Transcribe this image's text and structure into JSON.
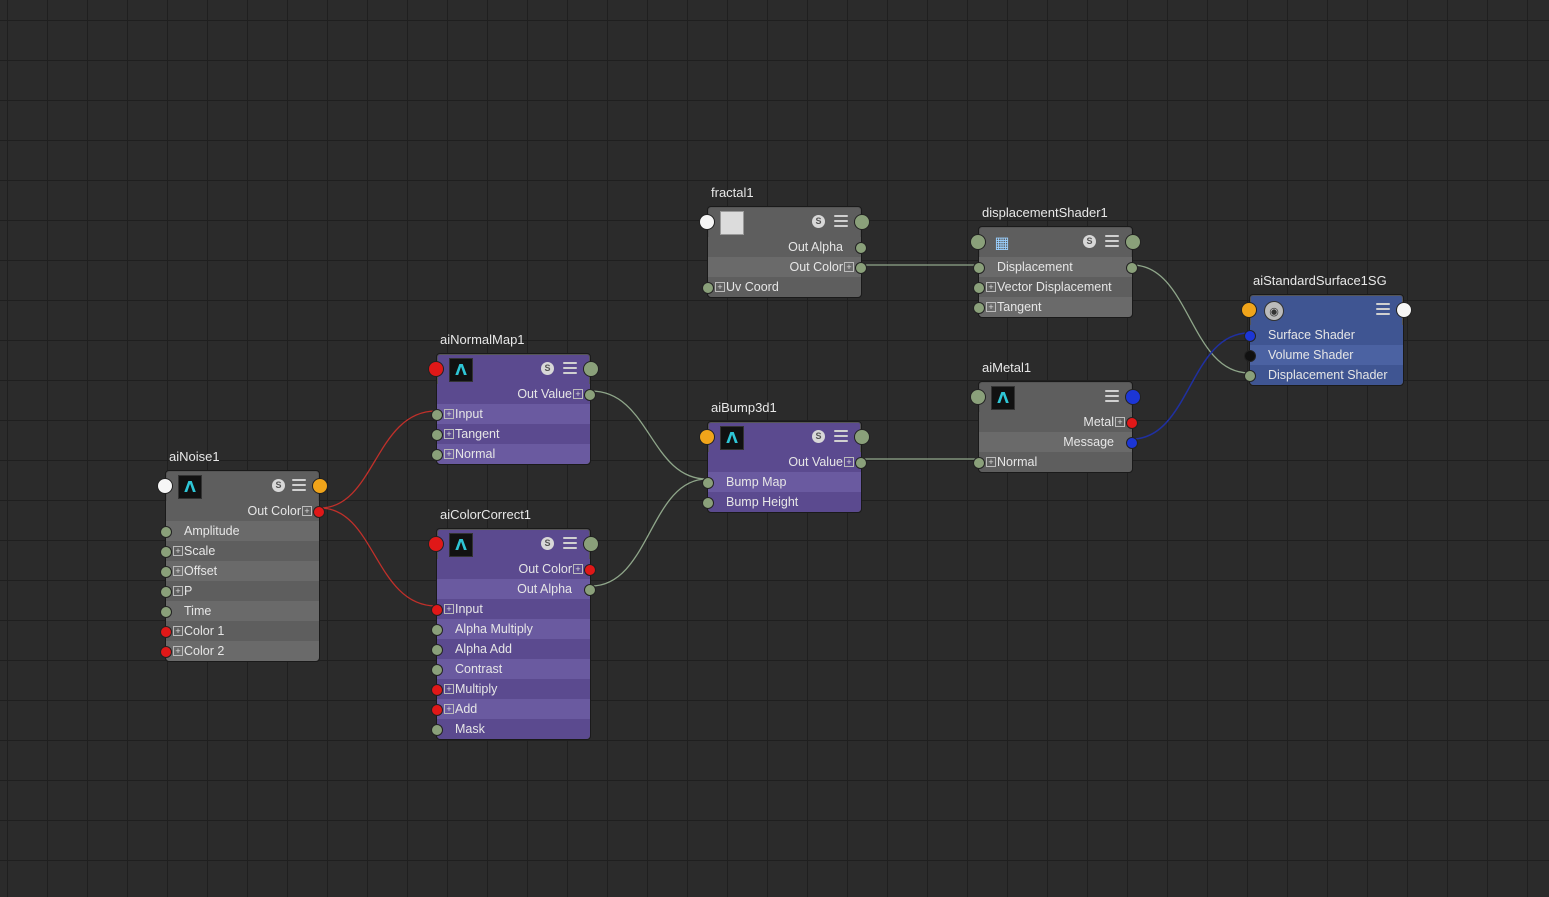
{
  "colors": {
    "background": "#2b2b2b",
    "grid": "#1f1f1f",
    "gray_node": "#5e5e5e",
    "purple_node": "#5b4a8f",
    "blue_node": "#3f5592",
    "wire_red": "#c0302a",
    "wire_green": "#8fa68a",
    "wire_blue": "#2030a0"
  },
  "nodes": {
    "aiNoise1": {
      "title": "aiNoise1",
      "icon": "arnold-icon",
      "output": "Out Color",
      "inputs": [
        "Amplitude",
        "Scale",
        "Offset",
        "P",
        "Time",
        "Color 1",
        "Color 2"
      ]
    },
    "aiNormalMap1": {
      "title": "aiNormalMap1",
      "icon": "arnold-icon",
      "output": "Out Value",
      "inputs": [
        "Input",
        "Tangent",
        "Normal"
      ]
    },
    "aiColorCorrect1": {
      "title": "aiColorCorrect1",
      "icon": "arnold-icon",
      "outputs": [
        "Out Color",
        "Out Alpha"
      ],
      "inputs": [
        "Input",
        "Alpha Multiply",
        "Alpha Add",
        "Contrast",
        "Multiply",
        "Add",
        "Mask"
      ]
    },
    "fractal1": {
      "title": "fractal1",
      "icon": "swatch-icon",
      "outputs": [
        "Out Alpha",
        "Out Color"
      ],
      "inputs": [
        "Uv Coord"
      ]
    },
    "aiBump3d1": {
      "title": "aiBump3d1",
      "icon": "arnold-icon",
      "output": "Out Value",
      "inputs": [
        "Bump Map",
        "Bump Height"
      ]
    },
    "displacementShader1": {
      "title": "displacementShader1",
      "icon": "displacement-icon",
      "inputs": [
        "Displacement",
        "Vector Displacement",
        "Tangent"
      ]
    },
    "aiMetal1": {
      "title": "aiMetal1",
      "icon": "arnold-icon",
      "outputs": [
        "Metal",
        "Message"
      ],
      "inputs": [
        "Normal"
      ]
    },
    "aiStandardSurface1SG": {
      "title": "aiStandardSurface1SG",
      "icon": "shading-group-icon",
      "inputs": [
        "Surface Shader",
        "Volume Shader",
        "Displacement Shader"
      ]
    }
  }
}
